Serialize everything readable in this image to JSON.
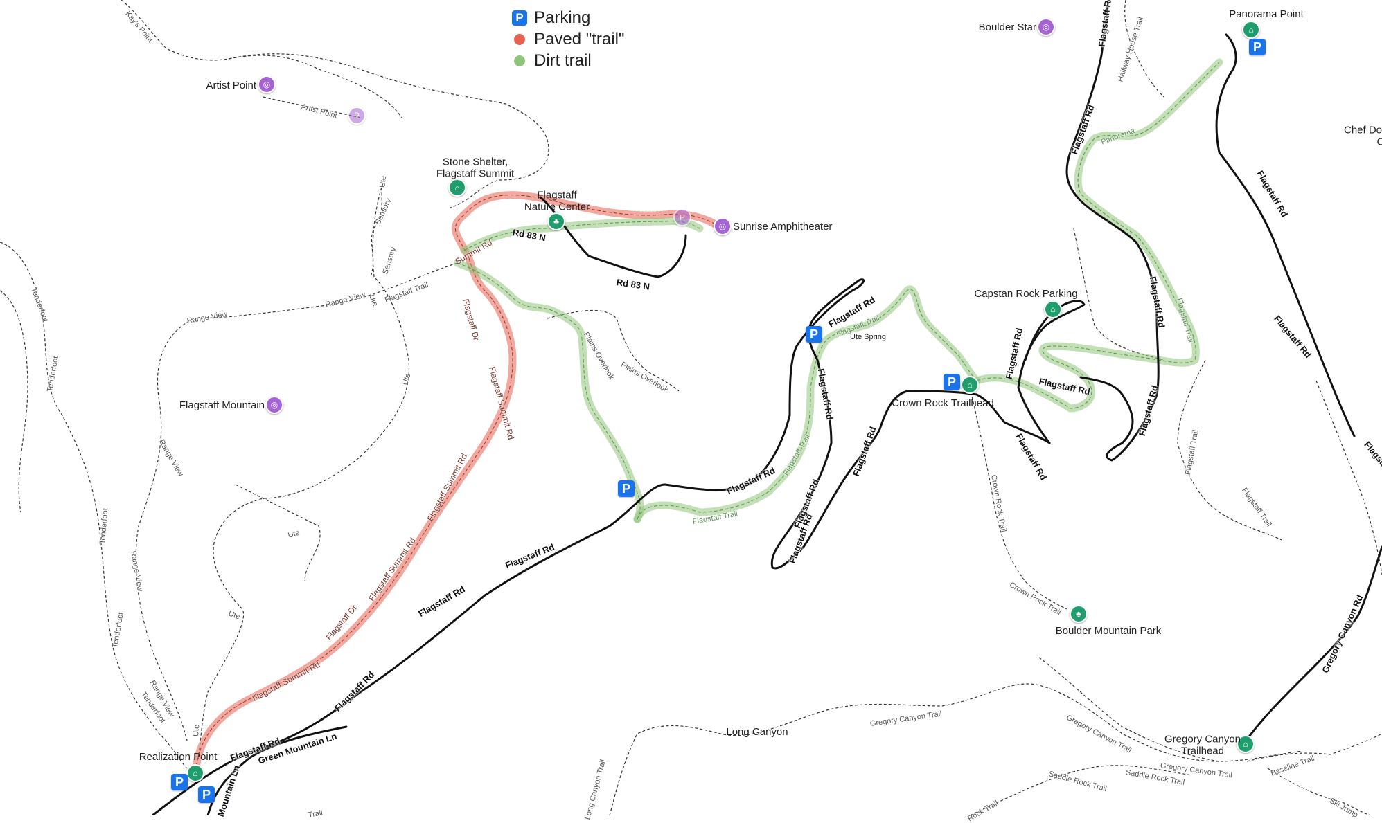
{
  "legend": {
    "items": [
      {
        "icon": "parking-icon",
        "label": "Parking",
        "color": "#1a73e8"
      },
      {
        "icon": "paved-dot",
        "label": "Paved \"trail\"",
        "color": "#e8604f"
      },
      {
        "icon": "dirt-dot",
        "label": "Dirt trail",
        "color": "#8fc57a"
      }
    ],
    "parking_glyph": "P"
  },
  "pois": {
    "artist_point": "Artist Point",
    "stone_shelter": "Stone Shelter,\nFlagstaff Summit",
    "nature_center": "Flagstaff\nNature Center",
    "sunrise_amphitheater": "Sunrise Amphitheater",
    "flagstaff_mountain": "Flagstaff Mountain",
    "boulder_star": "Boulder Star",
    "panorama_point": "Panorama Point",
    "chef_dol": "Chef Dol\nC",
    "capstan_rock": "Capstan Rock Parking",
    "crown_rock": "Crown Rock Trailhead",
    "ute_spring": "Ute Spring",
    "boulder_mountain_park": "Boulder Mountain Park",
    "long_canyon": "Long Canyon",
    "gregory_canyon_trailhead": "Gregory Canyon\nTrailhead",
    "realization_point": "Realization Point"
  },
  "road_labels": {
    "flagstaff_rd": "Flagstaff Rd",
    "rd_83_n": "Rd 83 N",
    "green_mountain_ln": "Green Mountain Ln",
    "mountain_ln": "Mountain Ln",
    "gregory_canyon_rd": "Gregory Canyon Rd"
  },
  "paved_labels": {
    "flagstaff_dr": "Flagstaff Dr",
    "flagstaff_summit_rd": "Flagstaff Summit Rd",
    "summit_rd": "Summit Rd"
  },
  "trail_labels": {
    "ute": "Ute",
    "sensory": "Sensory",
    "range_view": "Range View",
    "tenderfoot": "Tenderfoot",
    "flagstaff_trail": "Flagstaff Trail",
    "plains_overlook": "Plains Overlook",
    "artist_point_trail": "Artist Point",
    "halfway_house": "Halfway House Trail",
    "panorama": "Panorama",
    "crown_rock_trail": "Crown Rock Trail",
    "gregory_canyon_trail": "Gregory Canyon Trail",
    "saddle_rock_trail": "Saddle Rock Trail",
    "baseline_trail": "Baseline Trail",
    "ski_jump": "Ski Jump",
    "long_canyon_trail": "Long Canyon Trail",
    "kays_point": "Kay's Point",
    "rock_trail": "Rock Trail",
    "trail": "Trail"
  },
  "colors": {
    "paved": "#e8604f",
    "dirt": "#8fc57a",
    "road": "#111111",
    "trail": "#333333",
    "poi_purple": "#a564d3",
    "poi_green": "#1f9d6d",
    "parking": "#1a73e8"
  }
}
